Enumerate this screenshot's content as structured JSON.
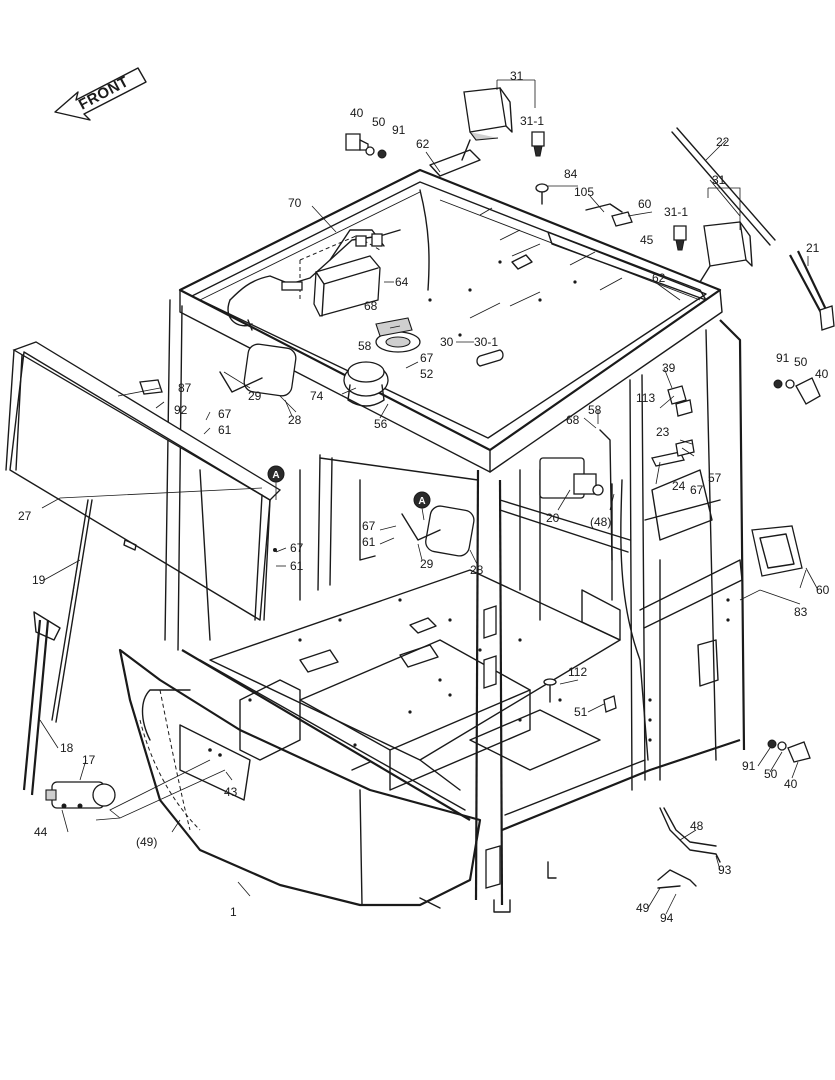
{
  "diagram": {
    "direction_label": "FRONT",
    "ref_marker": "A",
    "callouts": [
      {
        "id": "c1",
        "text": "1"
      },
      {
        "id": "c17",
        "text": "17"
      },
      {
        "id": "c18",
        "text": "18"
      },
      {
        "id": "c19",
        "text": "19"
      },
      {
        "id": "c20",
        "text": "20"
      },
      {
        "id": "c21",
        "text": "21"
      },
      {
        "id": "c22",
        "text": "22"
      },
      {
        "id": "c23",
        "text": "23"
      },
      {
        "id": "c24",
        "text": "24"
      },
      {
        "id": "c27",
        "text": "27"
      },
      {
        "id": "c28a",
        "text": "28"
      },
      {
        "id": "c28b",
        "text": "28"
      },
      {
        "id": "c29a",
        "text": "29"
      },
      {
        "id": "c29b",
        "text": "29"
      },
      {
        "id": "c30",
        "text": "30"
      },
      {
        "id": "c30_1",
        "text": "30-1"
      },
      {
        "id": "c31a",
        "text": "31"
      },
      {
        "id": "c31_1a",
        "text": "31-1"
      },
      {
        "id": "c31b",
        "text": "31"
      },
      {
        "id": "c31_1b",
        "text": "31-1"
      },
      {
        "id": "c39",
        "text": "39"
      },
      {
        "id": "c40a",
        "text": "40"
      },
      {
        "id": "c40b",
        "text": "40"
      },
      {
        "id": "c40c",
        "text": "40"
      },
      {
        "id": "c43",
        "text": "43"
      },
      {
        "id": "c44",
        "text": "44"
      },
      {
        "id": "c45",
        "text": "45"
      },
      {
        "id": "c48a",
        "text": "(48)"
      },
      {
        "id": "c48b",
        "text": "48"
      },
      {
        "id": "c49a",
        "text": "(49)"
      },
      {
        "id": "c49b",
        "text": "49"
      },
      {
        "id": "c50a",
        "text": "50"
      },
      {
        "id": "c50b",
        "text": "50"
      },
      {
        "id": "c50c",
        "text": "50"
      },
      {
        "id": "c51",
        "text": "51"
      },
      {
        "id": "c52",
        "text": "52"
      },
      {
        "id": "c56",
        "text": "56"
      },
      {
        "id": "c57",
        "text": "57"
      },
      {
        "id": "c58a",
        "text": "58"
      },
      {
        "id": "c58b",
        "text": "58"
      },
      {
        "id": "c60a",
        "text": "60"
      },
      {
        "id": "c60b",
        "text": "60"
      },
      {
        "id": "c61a",
        "text": "61"
      },
      {
        "id": "c61b",
        "text": "61"
      },
      {
        "id": "c61c",
        "text": "61"
      },
      {
        "id": "c62a",
        "text": "62"
      },
      {
        "id": "c62b",
        "text": "62"
      },
      {
        "id": "c64",
        "text": "64"
      },
      {
        "id": "c67a",
        "text": "67"
      },
      {
        "id": "c67b",
        "text": "67"
      },
      {
        "id": "c67c",
        "text": "67"
      },
      {
        "id": "c67d",
        "text": "67"
      },
      {
        "id": "c67e",
        "text": "67"
      },
      {
        "id": "c68a",
        "text": "68"
      },
      {
        "id": "c68b",
        "text": "68"
      },
      {
        "id": "c70",
        "text": "70"
      },
      {
        "id": "c74",
        "text": "74"
      },
      {
        "id": "c83",
        "text": "83"
      },
      {
        "id": "c84",
        "text": "84"
      },
      {
        "id": "c87",
        "text": "87"
      },
      {
        "id": "c91a",
        "text": "91"
      },
      {
        "id": "c91b",
        "text": "91"
      },
      {
        "id": "c91c",
        "text": "91"
      },
      {
        "id": "c92",
        "text": "92"
      },
      {
        "id": "c93",
        "text": "93"
      },
      {
        "id": "c94",
        "text": "94"
      },
      {
        "id": "c105",
        "text": "105"
      },
      {
        "id": "c112",
        "text": "112"
      },
      {
        "id": "c113",
        "text": "113"
      }
    ]
  }
}
